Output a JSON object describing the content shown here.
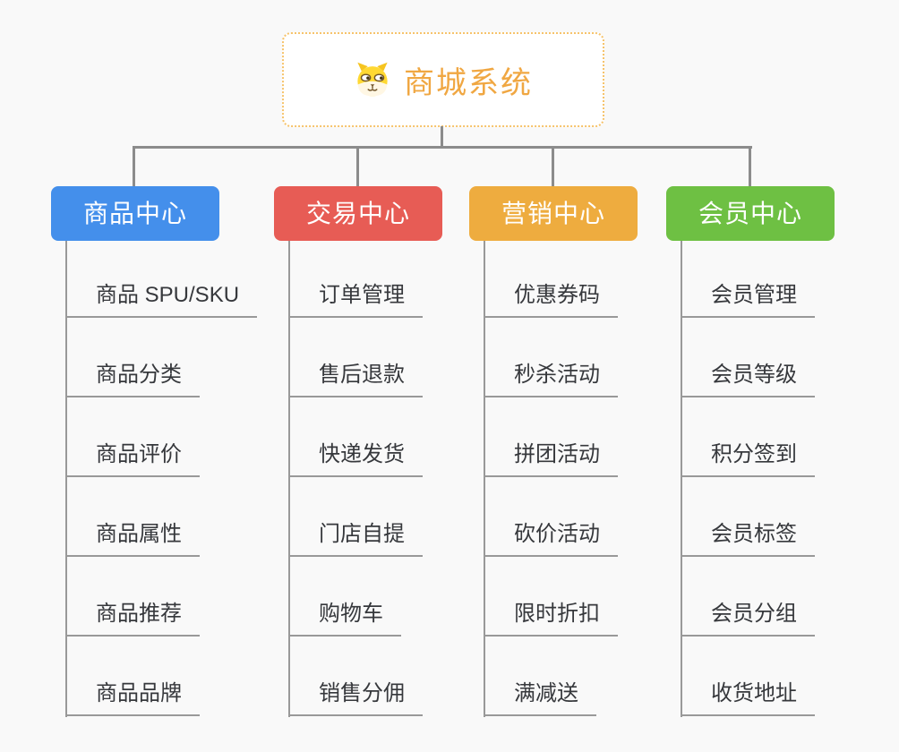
{
  "root": {
    "title": "商城系统",
    "icon": "dog-face-icon"
  },
  "branches": [
    {
      "label": "商品中心",
      "color": "#448feb",
      "items": [
        "商品 SPU/SKU",
        "商品分类",
        "商品评价",
        "商品属性",
        "商品推荐",
        "商品品牌"
      ]
    },
    {
      "label": "交易中心",
      "color": "#e75c55",
      "items": [
        "订单管理",
        "售后退款",
        "快递发货",
        "门店自提",
        "购物车",
        "销售分佣"
      ]
    },
    {
      "label": "营销中心",
      "color": "#eeac3f",
      "items": [
        "优惠券码",
        "秒杀活动",
        "拼团活动",
        "砍价活动",
        "限时折扣",
        "满减送"
      ]
    },
    {
      "label": "会员中心",
      "color": "#6ec043",
      "items": [
        "会员管理",
        "会员等级",
        "积分签到",
        "会员标签",
        "会员分组",
        "收货地址"
      ]
    }
  ],
  "colors": {
    "background": "#f9f9f9",
    "connector": "#8c8c8c",
    "item_line": "#999999",
    "item_text": "#36383c",
    "title_text": "#f0a742",
    "root_border": "#f6c36b"
  }
}
